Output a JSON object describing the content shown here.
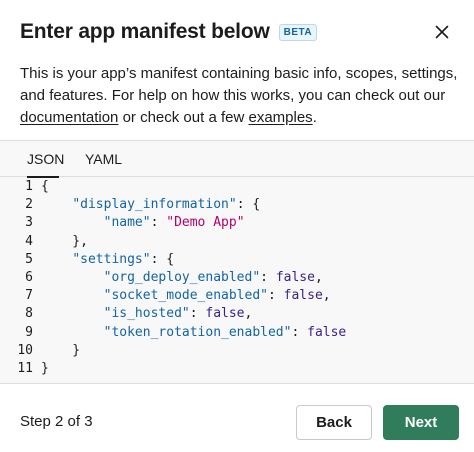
{
  "modal": {
    "title": "Enter app manifest below",
    "badge": "BETA",
    "description": {
      "text_before": "This is your app’s manifest containing basic info, scopes, settings, and features. For help on how this works, you can check out our ",
      "link_documentation": "documentation",
      "text_middle": " or check out a few ",
      "link_examples": "examples",
      "text_after": "."
    },
    "tabs": [
      {
        "label": "JSON",
        "active": true
      },
      {
        "label": "YAML",
        "active": false
      }
    ],
    "code": {
      "line_numbers": [
        "1",
        "2",
        "3",
        "4",
        "5",
        "6",
        "7",
        "8",
        "9",
        "10",
        "11"
      ],
      "lines": [
        "{",
        "    \"display_information\": {",
        "        \"name\": \"Demo App\"",
        "    },",
        "    \"settings\": {",
        "        \"org_deploy_enabled\": false,",
        "        \"socket_mode_enabled\": false,",
        "        \"is_hosted\": false,",
        "        \"token_rotation_enabled\": false",
        "    }",
        "}"
      ]
    },
    "footer": {
      "step": "Step 2 of 3",
      "back_label": "Back",
      "next_label": "Next"
    }
  },
  "colors": {
    "accent_green": "#2f7d5b",
    "json_key": "#1264a3",
    "json_string": "#b4006a",
    "json_keyword": "#3d1e8a",
    "badge_text": "#1264a3"
  },
  "icons": {
    "close": "close-icon"
  }
}
